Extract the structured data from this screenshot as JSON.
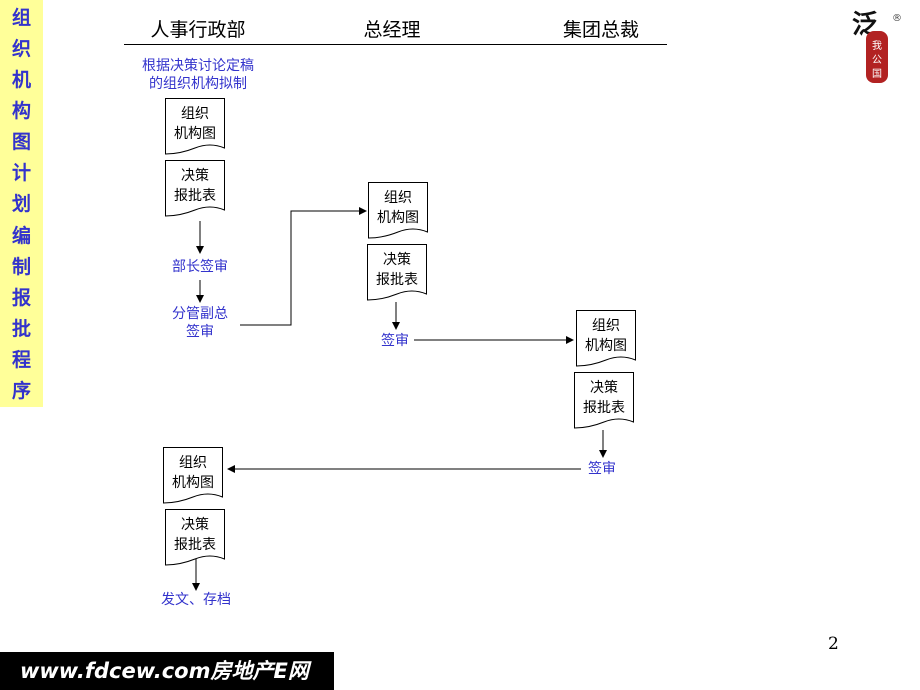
{
  "sidebar": {
    "title_chars": [
      "组",
      "织",
      "机",
      "构",
      "图",
      "计",
      "划",
      "编",
      "制",
      "报",
      "批",
      "程",
      "序"
    ]
  },
  "columns": [
    "人事行政部",
    "总经理",
    "集团总裁"
  ],
  "flow": {
    "hr_start": [
      "根据决策讨论定稿",
      "的组织机构拟制"
    ],
    "doc_org": [
      "组织",
      "机构图"
    ],
    "doc_form": [
      "决策",
      "报批表"
    ],
    "dept_review": "部长签审",
    "vp_review": [
      "分管副总",
      "签审"
    ],
    "sign": "签审",
    "final": "发文、存档"
  },
  "logo": {
    "registered": "®",
    "chars": [
      "泛",
      "我",
      "公",
      "国"
    ]
  },
  "page_number": "2",
  "footer": {
    "text": "www.fdcew.com房地产E网"
  },
  "colors": {
    "sidebar_bg": "#ffff99",
    "accent_blue": "#3333cc",
    "logo_red": "#b22222"
  }
}
